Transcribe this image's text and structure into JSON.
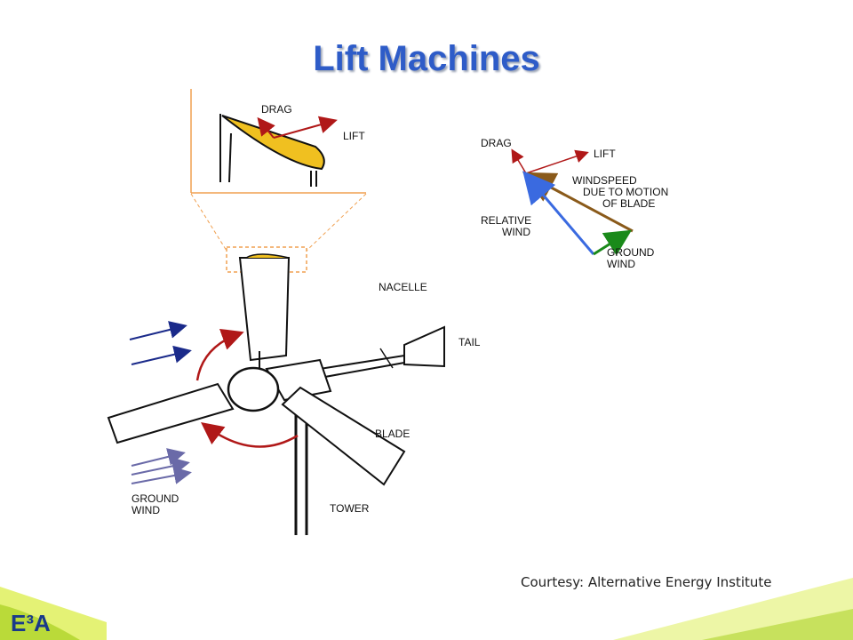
{
  "slide": {
    "title": "Lift Machines",
    "courtesy": "Courtesy: Alternative Energy Institute",
    "logo_text": "E³A",
    "accent_color": "#2e5cc8"
  },
  "airfoil_inset": {
    "labels": {
      "drag": "DRAG",
      "lift": "LIFT"
    }
  },
  "vector_diagram": {
    "labels": {
      "drag": "DRAG",
      "lift": "LIFT",
      "windspeed_line1": "WINDSPEED",
      "windspeed_line2": "DUE TO MOTION",
      "windspeed_line3": "OF BLADE",
      "relative_line1": "RELATIVE",
      "relative_line2": "WIND",
      "ground_line1": "GROUND",
      "ground_line2": "WIND"
    }
  },
  "turbine": {
    "labels": {
      "nacelle": "NACELLE",
      "tail": "TAIL",
      "blade": "BLADE",
      "tower": "TOWER",
      "ground_line1": "GROUND",
      "ground_line2": "WIND"
    }
  }
}
